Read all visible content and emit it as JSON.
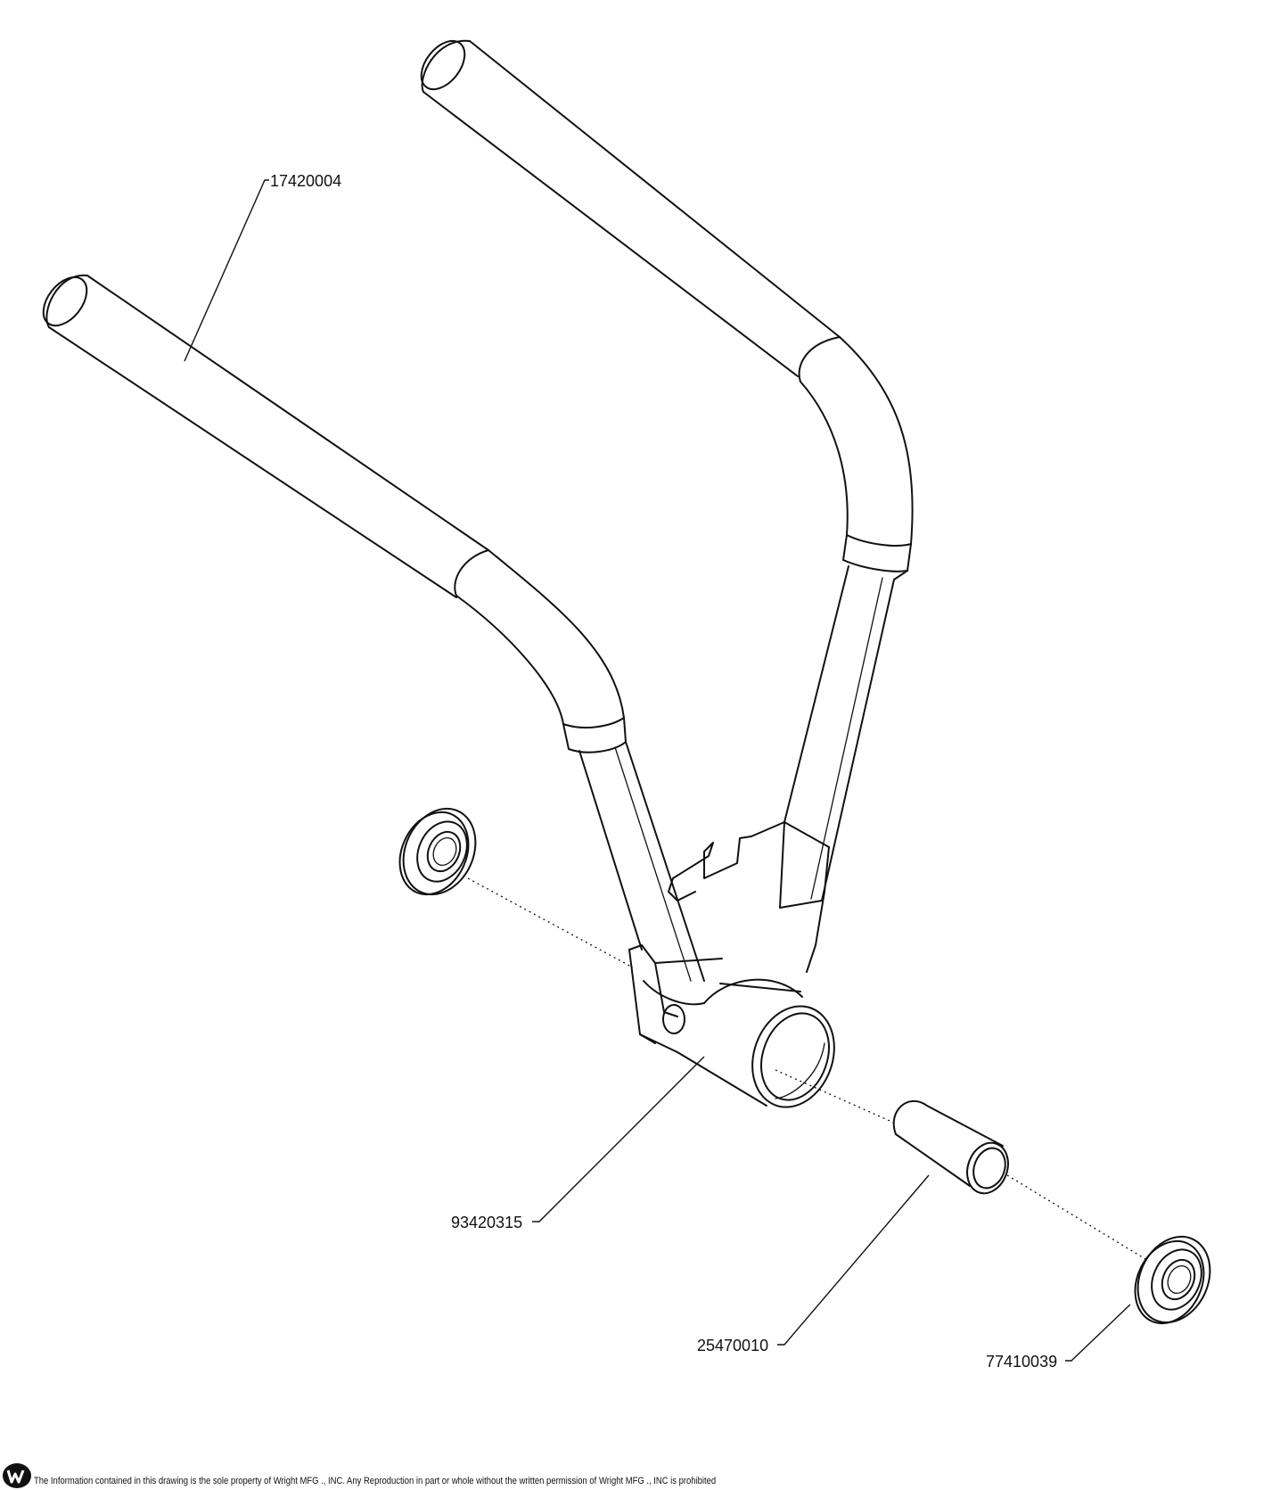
{
  "parts": [
    {
      "id": "handle",
      "number": "17420004"
    },
    {
      "id": "hub",
      "number": "93420315"
    },
    {
      "id": "spacer",
      "number": "25470010"
    },
    {
      "id": "bearing",
      "number": "77410039"
    }
  ],
  "footer": {
    "notice": "The Information contained in this drawing is the sole property of Wright MFG ., INC. Any Reproduction in part or whole without the written permission of Wright MFG ., INC is prohibited"
  },
  "colors": {
    "line": "#111111",
    "background": "#ffffff"
  },
  "icons": {
    "logo": "wright-logo-icon"
  }
}
